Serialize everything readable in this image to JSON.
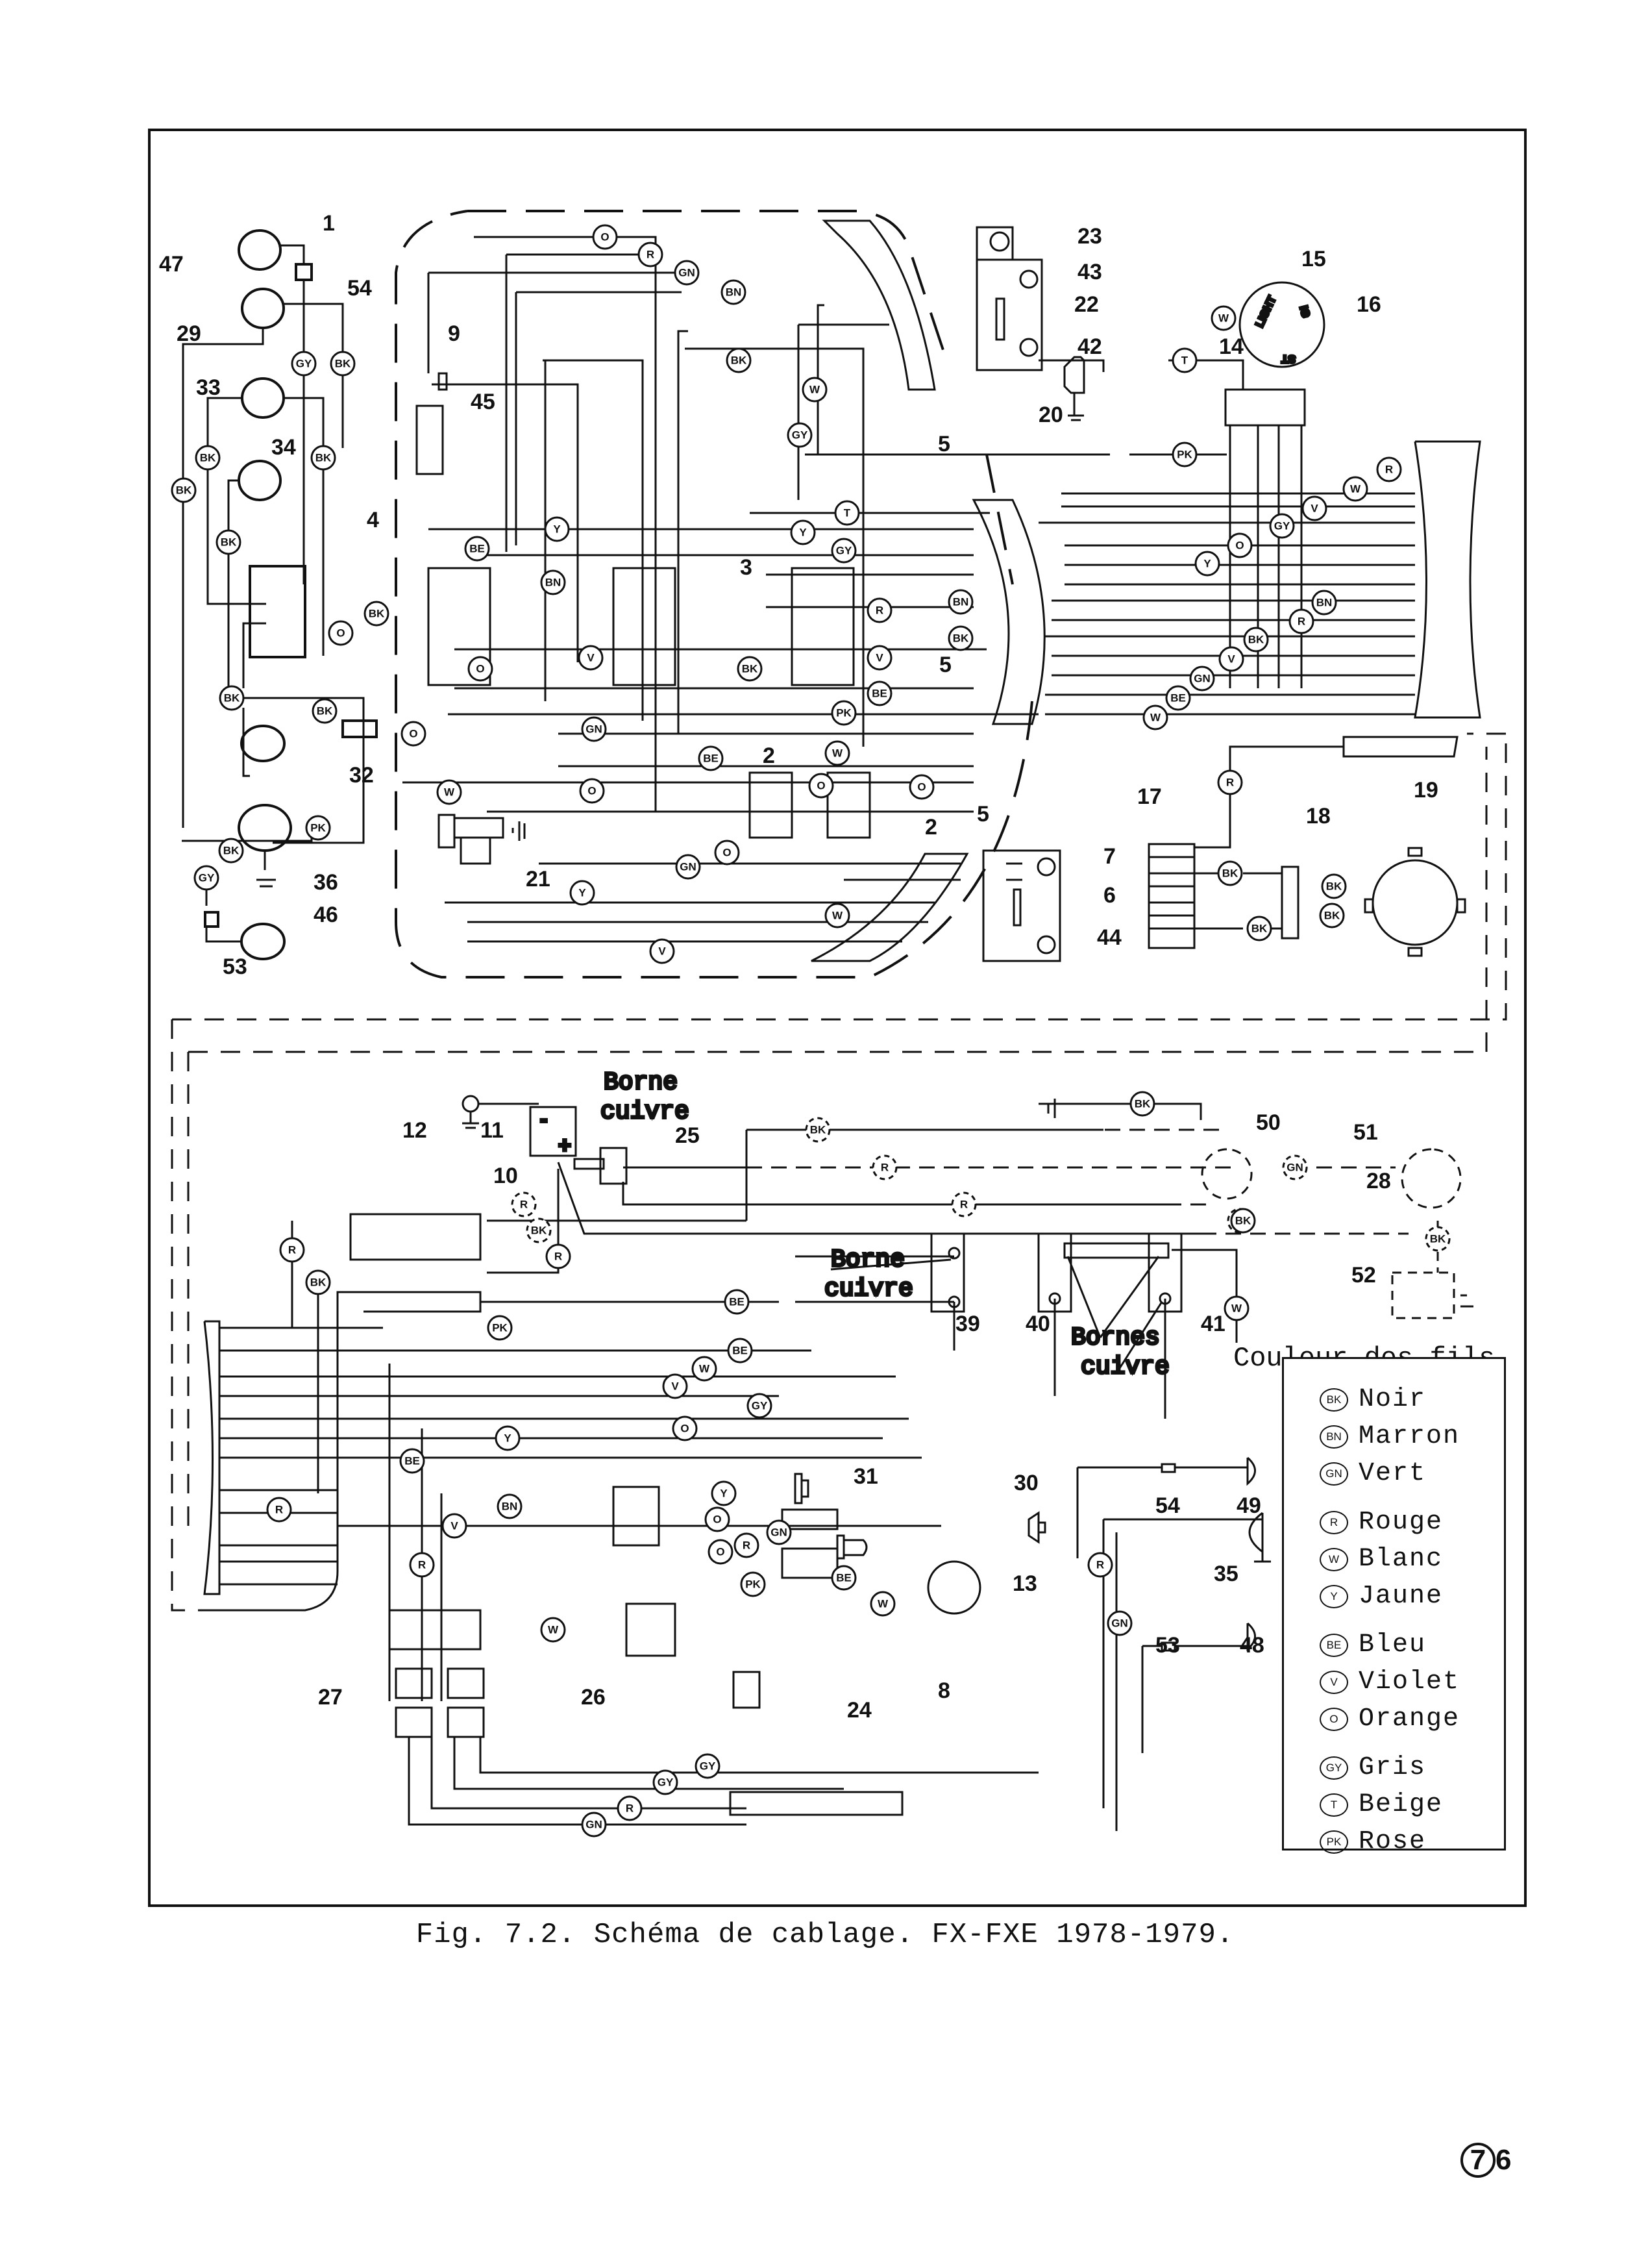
{
  "figure": {
    "caption": "Fig. 7.2. Schéma de cablage. FX-FXE 1978-1979.",
    "page_number_circled": "7",
    "page_number_suffix": "6"
  },
  "annotations": {
    "borne_cuivre_1": [
      "Borne",
      "cuivre"
    ],
    "borne_cuivre_2": [
      "Borne",
      "cuivre"
    ],
    "bornes_cuivre": [
      "Bornes",
      "cuivre"
    ]
  },
  "legend": {
    "title": "Couleur des fils",
    "entries": [
      {
        "code": "BK",
        "name": "Noir"
      },
      {
        "code": "BN",
        "name": "Marron"
      },
      {
        "code": "GN",
        "name": "Vert"
      },
      {
        "code": "R",
        "name": "Rouge"
      },
      {
        "code": "W",
        "name": "Blanc"
      },
      {
        "code": "Y",
        "name": "Jaune"
      },
      {
        "code": "BE",
        "name": "Bleu"
      },
      {
        "code": "V",
        "name": "Violet"
      },
      {
        "code": "O",
        "name": "Orange"
      },
      {
        "code": "GY",
        "name": "Gris"
      },
      {
        "code": "T",
        "name": "Beige"
      },
      {
        "code": "PK",
        "name": "Rose"
      }
    ]
  },
  "components": {
    "c1": "1",
    "c2": "2",
    "c2b": "2",
    "c3": "3",
    "c4": "4",
    "c5a": "5",
    "c5b": "5",
    "c5c": "5",
    "c6": "6",
    "c7": "7",
    "c8": "8",
    "c9": "9",
    "c10": "10",
    "c11": "11",
    "c12": "12",
    "c13": "13",
    "c14": "14",
    "c15": "15",
    "c16": "16",
    "c17": "17",
    "c18": "18",
    "c19": "19",
    "c20": "20",
    "c21": "21",
    "c22": "22",
    "c23": "23",
    "c24": "24",
    "c25": "25",
    "c26": "26",
    "c27": "27",
    "c28": "28",
    "c29": "29",
    "c30": "30",
    "c31": "31",
    "c32": "32",
    "c33": "33",
    "c34": "34",
    "c35": "35",
    "c36": "36",
    "c39": "39",
    "c40": "40",
    "c41": "41",
    "c42": "42",
    "c43": "43",
    "c44": "44",
    "c45": "45",
    "c46": "46",
    "c47": "47",
    "c48": "48",
    "c49": "49",
    "c50": "50",
    "c51": "51",
    "c52": "52",
    "c53a": "53",
    "c53b": "53",
    "c54a": "54",
    "c54b": "54"
  },
  "ignition_switch_text": {
    "light": "LIGHT",
    "ign": "IG",
    "st": "ST"
  },
  "battery_terminals": {
    "neg": "-",
    "pos": "+"
  },
  "wire_tags": {
    "t1": "BK",
    "t2": "GY",
    "t3": "BK",
    "t4": "BK",
    "t5": "BK",
    "t6": "BK",
    "t7": "BK",
    "t8": "BK",
    "t9": "O",
    "t10": "BK",
    "t11": "PK",
    "t12": "BK",
    "t13": "GY",
    "t14": "O",
    "t15": "R",
    "t16": "GN",
    "t17": "BN",
    "t18": "BK",
    "t19": "W",
    "t20": "GY",
    "t21": "T",
    "t22": "W",
    "t23": "PK",
    "t24": "R",
    "t25": "W",
    "t26": "V",
    "t27": "GY",
    "t28": "O",
    "t29": "Y",
    "t30": "Y",
    "t31": "BE",
    "t32": "BN",
    "t33": "V",
    "t34": "O",
    "t35": "GN",
    "t36": "BE",
    "t37": "BK",
    "t38": "T",
    "t39": "Y",
    "t40": "GY",
    "t41": "BN",
    "t42": "R",
    "t43": "BK",
    "t44": "V",
    "t45": "BE",
    "t46": "PK",
    "t47": "BN",
    "t48": "R",
    "t49": "BK",
    "t50": "V",
    "t51": "GN",
    "t52": "BE",
    "t53": "W",
    "t54": "W",
    "t55": "O",
    "t56": "W",
    "t57": "O",
    "t58": "O",
    "t59": "O",
    "t60": "GN",
    "t61": "O",
    "t62": "Y",
    "t63": "V",
    "t64": "W",
    "t65": "R",
    "t66": "BK",
    "t67": "BK",
    "t68": "BK",
    "t69": "BK",
    "t70": "BK",
    "t71": "R",
    "t72": "R",
    "t73": "BK",
    "t74": "R",
    "t75": "BK",
    "t76": "R",
    "t77": "BK",
    "t78": "R",
    "t79": "BK",
    "t80": "GN",
    "t81": "BK",
    "t82": "BK",
    "t83": "BE",
    "t84": "PK",
    "t85": "BE",
    "t86": "W",
    "t87": "V",
    "t88": "GY",
    "t89": "O",
    "t90": "W",
    "t91": "Y",
    "t92": "BE",
    "t93": "BN",
    "t94": "R",
    "t95": "V",
    "t96": "R",
    "t97": "Y",
    "t98": "O",
    "t99": "R",
    "t100": "GN",
    "t101": "O",
    "t102": "W",
    "t103": "PK",
    "t104": "BE",
    "t105": "W",
    "t106": "R",
    "t107": "GN",
    "t108": "GY",
    "t109": "GY",
    "t110": "R",
    "t111": "GN"
  }
}
